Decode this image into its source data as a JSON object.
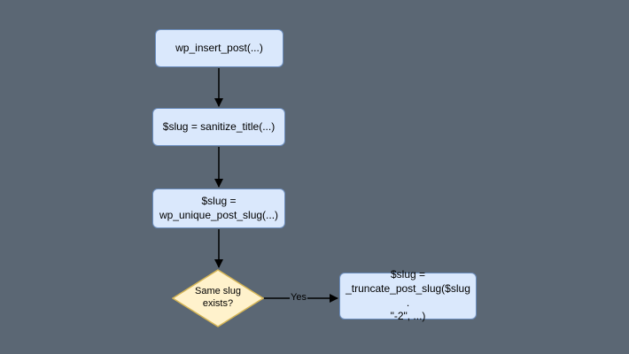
{
  "colors": {
    "background": "#5b6774",
    "node_fill": "#dae8fc",
    "node_border": "#6c8ebf",
    "decision_fill": "#fff2cc",
    "decision_border": "#d6b656",
    "arrow": "#000000"
  },
  "nodes": {
    "insert": {
      "label": "wp_insert_post(...)"
    },
    "sanitize": {
      "label": "$slug = sanitize_title(...)"
    },
    "unique": {
      "label": "$slug =\nwp_unique_post_slug(...)"
    },
    "decision": {
      "label": "Same slug\nexists?"
    },
    "truncate": {
      "label": "$slug =\n_truncate_post_slug($slug .\n\"-2\", ...)"
    }
  },
  "edges": {
    "yes_label": "Yes"
  }
}
